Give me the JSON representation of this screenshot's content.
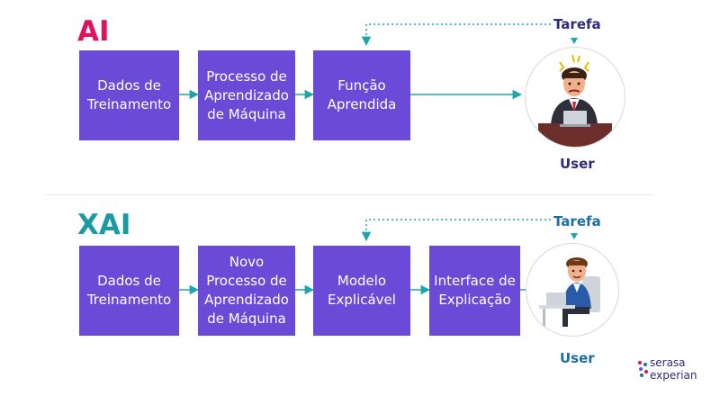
{
  "colors": {
    "box": "#6c4ad8",
    "arrow": "#1fa4a8",
    "ai_title": "#e0115f",
    "xai_title": "#1b9aa3",
    "label_top": "#2f2a78",
    "label_bottom": "#1b6fa3"
  },
  "ai": {
    "title": "AI",
    "boxes": [
      "Dados de\nTreinamento",
      "Processo de\nAprendizado\nde Máquina",
      "Função\nAprendida"
    ],
    "task_label": "Tarefa",
    "user_label": "User"
  },
  "xai": {
    "title": "XAI",
    "boxes": [
      "Dados de\nTreinamento",
      "Novo\nProcesso de\nAprendizado\nde Máquina",
      "Modelo\nExplicável",
      "Interface de\nExplicação"
    ],
    "task_label": "Tarefa",
    "user_label": "User"
  },
  "logo": {
    "line1": "serasa",
    "line2": "experian"
  }
}
